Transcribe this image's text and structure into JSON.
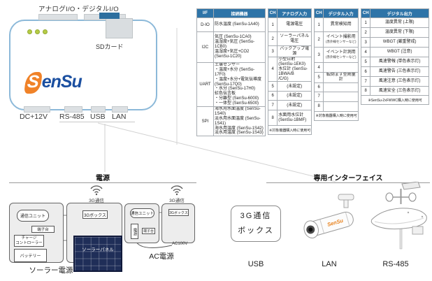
{
  "colors": {
    "table_header_bg": "#2e74a8",
    "device_border": "#8cb9d9",
    "logo_orange": "#f08228",
    "logo_blue": "#1b4fa0",
    "led_green": "#b6cc45",
    "solar_panel": "#1f2e58"
  },
  "device": {
    "io_label": "アナログI/O・デジタルI/O",
    "sd_card_label": "SDカード",
    "logo_mark": "S",
    "logo_text": "enSu",
    "ports": {
      "power": "DC+12V",
      "rs485": "RS-485",
      "usb": "USB",
      "lan": "LAN"
    }
  },
  "spec_table": {
    "headers": {
      "iface": "I/F",
      "device": "接続機器",
      "ch": "CH",
      "analog": "アナログ入力",
      "digital_in": "デジタル入力",
      "digital_out": "デジタル出力"
    },
    "iface_rows": [
      {
        "iface": "D-IO",
        "devices": "防水温度 (SenSu-1A40)"
      },
      {
        "iface": "I2C",
        "devices": "気圧 (SenSu-1CA0)\n温湿度+気圧 (SenSu-1CB0)\n温湿度+気圧+CO2\n(SenSu-1C20)"
      },
      {
        "iface": "UART",
        "devices": "土壌センサー\n・温度+水分 (SenSu-17F0)\n・温度+水分+電気伝導度\n(SenSu-17Q0)\n・水分 (SenSu-17H0)\n虹色伝言板\n・分離型 (SenSu-6000)\n・一体型 (SenSu-6500)"
      },
      {
        "iface": "SPI",
        "devices": "海水用水面温度 (SenSu-1S40)\n淡水用水面温度 (SenSu-1S41)\n海水用温度 (SenSu-1S42)\n淡水用温度 (SenSu-1S43)"
      }
    ],
    "analog_rows": [
      {
        "ch": "1",
        "label": "電源電圧"
      },
      {
        "ch": "2",
        "label": "ソーラーパネル電圧"
      },
      {
        "ch": "3",
        "label": "バックアップ電源"
      },
      {
        "ch": "4",
        "label": "小型日射 (SenSu-1EK0)\n水位計 (SenSu-1BWA/B\n/C/G)"
      },
      {
        "ch": "5",
        "label": "(未設定)"
      },
      {
        "ch": "6",
        "label": "(未設定)"
      },
      {
        "ch": "7",
        "label": "(未設定)"
      },
      {
        "ch": "8",
        "label": "水面用水位計\n(SenSu-1BMF)"
      }
    ],
    "analog_note": "※対象機器購入時に使用可",
    "digital_in_rows": [
      {
        "ch": "1",
        "label": "異常検知用",
        "sub": ""
      },
      {
        "ch": "2",
        "label": "イベント撮影用",
        "sub": "(赤外線センサーなど)"
      },
      {
        "ch": "3",
        "label": "イベント計測用",
        "sub": "(赤外線センサーなど)"
      },
      {
        "ch": "4",
        "label": "",
        "sub": ""
      },
      {
        "ch": "5",
        "label": "転倒ます型雨量計",
        "sub": ""
      },
      {
        "ch": "6",
        "label": "",
        "sub": ""
      },
      {
        "ch": "7",
        "label": "",
        "sub": ""
      },
      {
        "ch": "8",
        "label": "",
        "sub": ""
      }
    ],
    "digital_in_note": "※対象機器購入時に使用可",
    "digital_out_rows": [
      {
        "ch": "1",
        "label": "温度異常 (上限)"
      },
      {
        "ch": "2",
        "label": "温度異常 (下限)"
      },
      {
        "ch": "3",
        "label": "WBGT (厳重警戒)"
      },
      {
        "ch": "4",
        "label": "WBGT (注意)"
      },
      {
        "ch": "5",
        "label": "風速警報 (単色表示灯)"
      },
      {
        "ch": "6",
        "label": "風速警告 (三色表示灯)"
      },
      {
        "ch": "7",
        "label": "風速注意 (三色表示灯)"
      },
      {
        "ch": "8",
        "label": "風速安全 (三色表示灯)"
      }
    ],
    "digital_out_note": "※SenSu-2xFWWC購入時に使用可"
  },
  "power_section": {
    "title": "電源",
    "solar": {
      "comm_unit": "通信ユニット",
      "terminal": "端子台",
      "charge_controller": "チャージ\nコントローラー",
      "battery": "バッテリー",
      "g3_box": "3Gボックス",
      "g3_label": "3G通信",
      "panel_label": "ソーラーパネル",
      "caption": "ソーラー電源"
    },
    "ac": {
      "comm_unit": "通信ユニット",
      "power": "電源",
      "terminal": "端子台",
      "g3_box": "3Gボックス",
      "g3_label": "3G通信",
      "ac_label": "AC100V",
      "caption": "AC電源"
    }
  },
  "interface_section": {
    "title": "専用インターフェイス",
    "g3_box_label": "3G通信\nボックス",
    "camera_logo": "SenSu",
    "items": {
      "usb": "USB",
      "lan": "LAN",
      "rs485": "RS-485"
    }
  }
}
